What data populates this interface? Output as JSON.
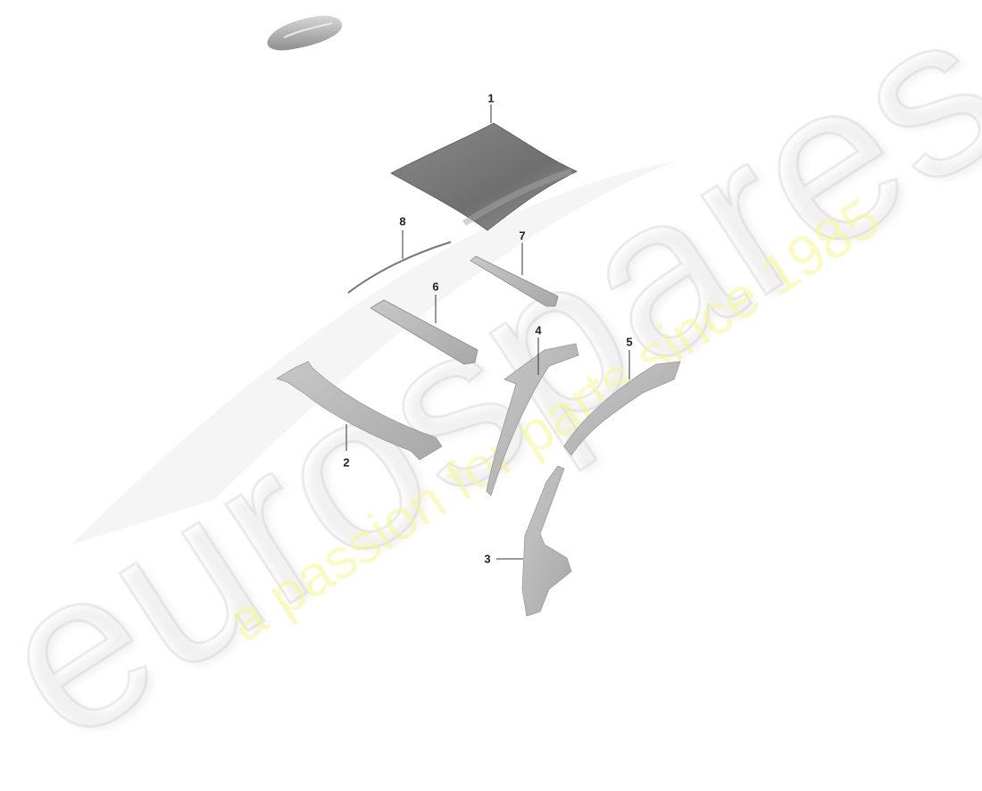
{
  "diagram": {
    "type": "exploded-parts-view",
    "thumbnail": "car-silhouette-icon",
    "callouts": [
      {
        "id": "1",
        "label": "1",
        "part": "roof-panel"
      },
      {
        "id": "2",
        "label": "2",
        "part": "windscreen-frame-crossmember"
      },
      {
        "id": "3",
        "label": "3",
        "part": "b-pillar-lower"
      },
      {
        "id": "4",
        "label": "4",
        "part": "a-pillar-inner"
      },
      {
        "id": "5",
        "label": "5",
        "part": "roof-side-rail"
      },
      {
        "id": "6",
        "label": "6",
        "part": "roof-bow-front"
      },
      {
        "id": "7",
        "label": "7",
        "part": "roof-bow-rear"
      },
      {
        "id": "8",
        "label": "8",
        "part": "trim-strip"
      }
    ]
  },
  "watermark": {
    "brand": "eurospares",
    "tagline": "a passion for parts since 1985",
    "tagline_color": "#f5f596"
  }
}
